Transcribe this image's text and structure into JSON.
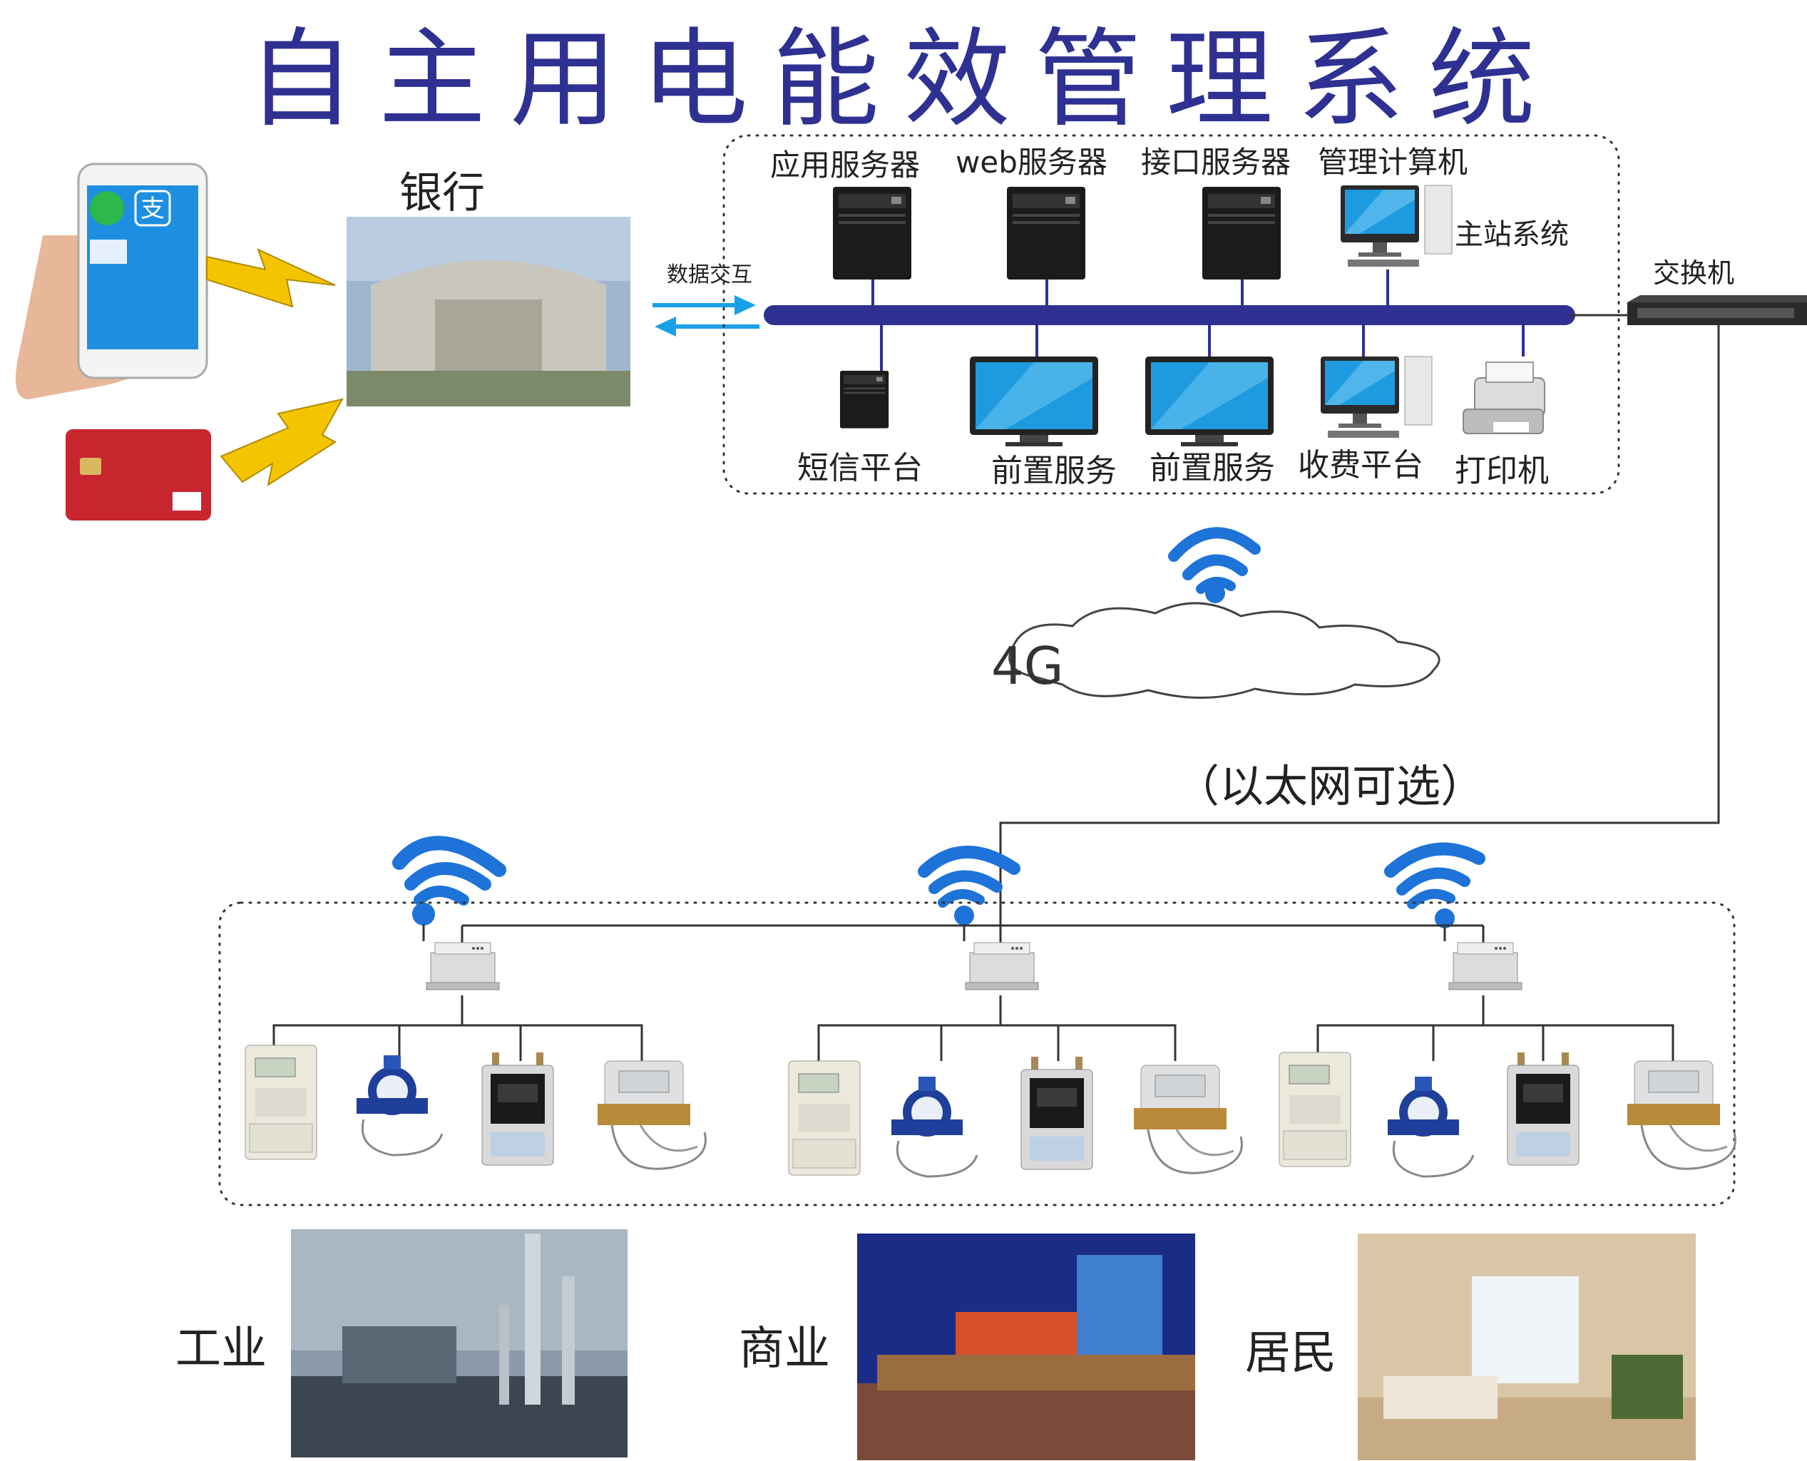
{
  "title": "自主用电能效管理系统",
  "bank": {
    "label": "银行"
  },
  "data_exchange": "数据交互",
  "servers_top": [
    {
      "label": "应用服务器",
      "icon": "server-tower-icon"
    },
    {
      "label": "web服务器",
      "icon": "server-tower-icon"
    },
    {
      "label": "接口服务器",
      "icon": "server-tower-icon"
    },
    {
      "label": "管理计算机",
      "icon": "desktop-computer-icon"
    }
  ],
  "master_station": "主站系统",
  "servers_bottom": [
    {
      "label": "短信平台",
      "icon": "server-tower-icon"
    },
    {
      "label": "前置服务",
      "icon": "monitor-icon"
    },
    {
      "label": "前置服务",
      "icon": "monitor-icon"
    },
    {
      "label": "收费平台",
      "icon": "desktop-computer-icon"
    },
    {
      "label": "打印机",
      "icon": "printer-icon"
    }
  ],
  "switch": {
    "label": "交换机",
    "icon": "network-switch-icon"
  },
  "network": {
    "label": "4G",
    "note": "（以太网可选）"
  },
  "sectors": [
    {
      "label": "工业",
      "scene": "industrial-plant-photo"
    },
    {
      "label": "商业",
      "scene": "shopping-mall-photo"
    },
    {
      "label": "居民",
      "scene": "living-room-photo"
    }
  ],
  "devices_per_gateway": [
    "electricity-meter-icon",
    "water-meter-icon",
    "gas-meter-icon",
    "heat-meter-icon"
  ],
  "colors": {
    "title": "#2e3192",
    "bus": "#2e3192",
    "wifi": "#1e73d8",
    "bolt": "#f5c400",
    "arrow": "#1aa0e8",
    "screen": "#1e9be0"
  }
}
